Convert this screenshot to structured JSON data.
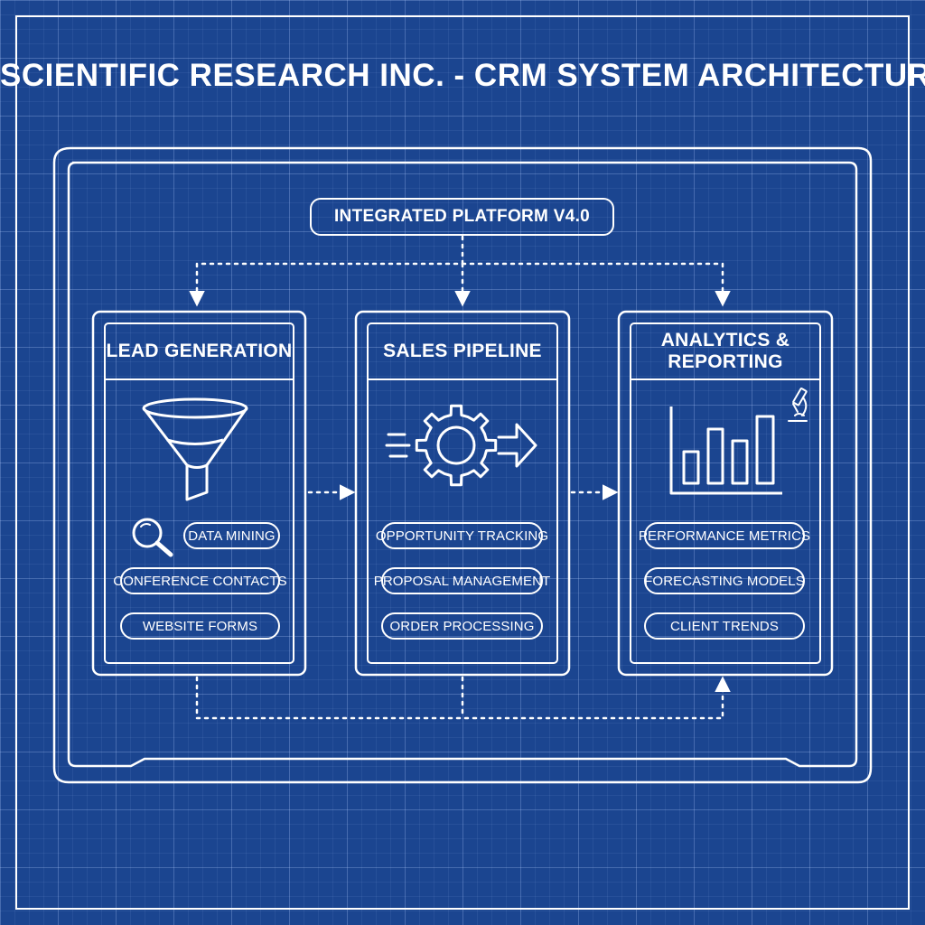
{
  "title": "SCIENTIFIC RESEARCH INC. - CRM SYSTEM ARCHITECTURE",
  "platform": "INTEGRATED PLATFORM V4.0",
  "modules": [
    {
      "title": "LEAD GENERATION",
      "icon": "funnel-icon",
      "items": [
        "DATA MINING",
        "CONFERENCE CONTACTS",
        "WEBSITE FORMS"
      ]
    },
    {
      "title": "SALES PIPELINE",
      "icon": "gear-icon",
      "items": [
        "OPPORTUNITY TRACKING",
        "PROPOSAL MANAGEMENT",
        "ORDER PROCESSING"
      ]
    },
    {
      "title_lines": [
        "ANALYTICS &",
        "REPORTING"
      ],
      "icon": "bar-chart-icon",
      "items": [
        "PERFORMANCE METRICS",
        "FORECASTING MODELS",
        "CLIENT TRENDS"
      ]
    }
  ],
  "icons": [
    "magnifier-icon",
    "microscope-icon",
    "arrow-right-icon",
    "arrow-down-icon",
    "arrow-up-icon"
  ],
  "colors": {
    "background": "#1b4590",
    "line": "#ffffff"
  }
}
